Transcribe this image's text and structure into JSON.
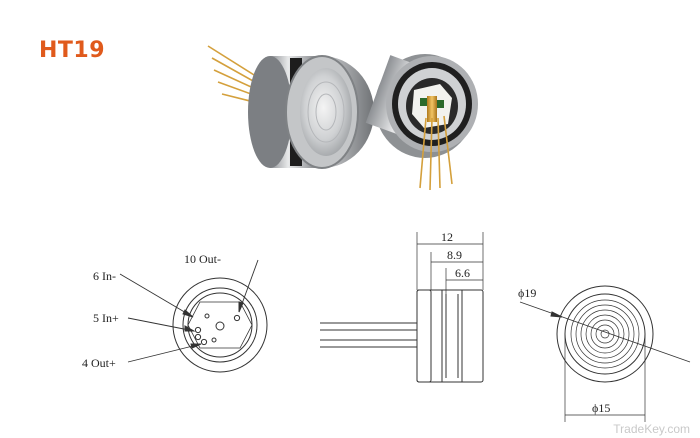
{
  "product": {
    "model": "HT19"
  },
  "pin_labels": {
    "pin6": "6 In-",
    "pin10": "10 Out-",
    "pin5": "5 In+",
    "pin4": "4 Out+"
  },
  "dimensions": {
    "total_length": "12",
    "length_2": "8.9",
    "length_3": "6.6",
    "outer_diameter": "ϕ19",
    "diaphragm_diameter": "ϕ15"
  },
  "watermark": "TradeKey.com",
  "colors": {
    "title": "#e05a1c",
    "steel": "#b9bbbd",
    "gold": "#d9a13a",
    "oring": "#222222"
  }
}
